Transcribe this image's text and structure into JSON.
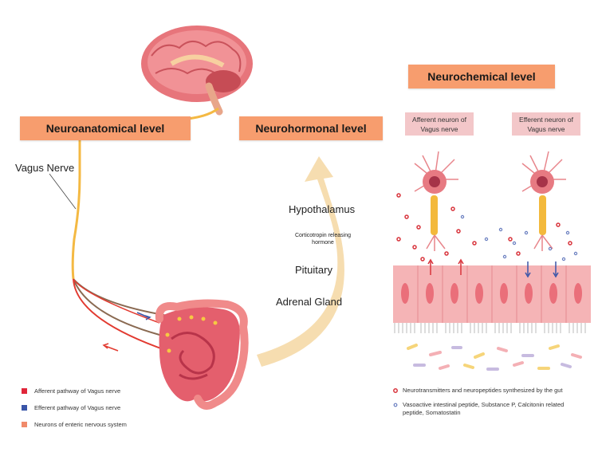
{
  "labels": {
    "neuroanatomical": "Neuroanatomical level",
    "neurohormonal": "Neurohormonal level",
    "neurochemical": "Neurochemical level",
    "vagus_nerve": "Vagus Nerve",
    "hypothalamus": "Hypothalamus",
    "crh_line1": "Corticotropin releasing",
    "crh_line2": "hormone",
    "pituitary": "Pituitary",
    "adrenal": "Adrenal Gland",
    "afferent_neuron_line1": "Afferent neuron of",
    "afferent_neuron_line2": "Vagus nerve",
    "efferent_neuron_line1": "Efferent neuron of",
    "efferent_neuron_line2": "Vagus nerve"
  },
  "legend_left": [
    {
      "label": "Afferent pathway of Vagus nerve",
      "color": "#e0263a"
    },
    {
      "label": "Efferent pathway of Vagus nerve",
      "color": "#3a55a8"
    },
    {
      "label": "Neurons of enteric nervous system",
      "color": "#f08a6a"
    }
  ],
  "legend_right": {
    "item1": "Neurotransmitters and neuropeptides synthesized by the gut",
    "item2_line1": "Vasoactive intestinal peptide, Substance P, Calcitonin related",
    "item2_line2": "peptide, Somatostatin",
    "red_dot_color": "#d8343c",
    "blue_dot_color": "#6a7fc0"
  },
  "colors": {
    "box": "#f79d6e",
    "pink_box": "#f3c7c9",
    "vagus": "#f4b943",
    "arrow": "#f6ddb0",
    "cell": "#f5b4b6",
    "nucleus": "#ea6f7a"
  }
}
